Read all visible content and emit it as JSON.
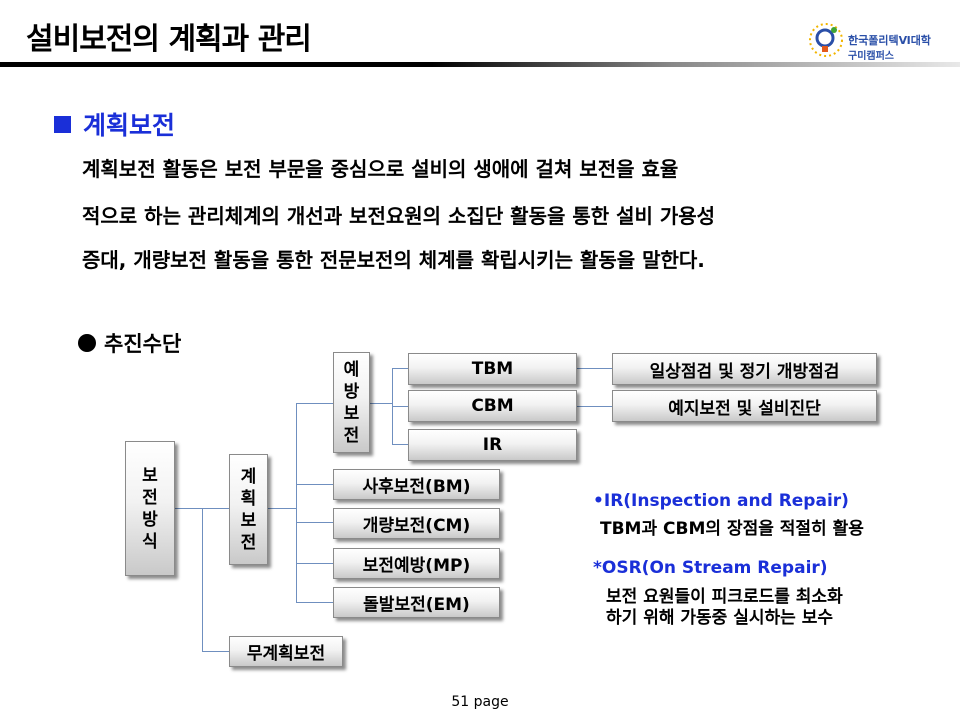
{
  "header": {
    "title": "설비보전의 계획과 관리",
    "logo_line1": "한국폴리텍Ⅵ대학",
    "logo_line2": "구미캠퍼스"
  },
  "section": {
    "heading": "계획보전",
    "paragraph_lines": [
      "계획보전 활동은 보전 부문을 중심으로 설비의 생애에 걸쳐 보전을 효율",
      "적으로 하는 관리체계의 개선과 보전요원의 소집단 활동을 통한 설비 가용성",
      "증대, 개량보전 활동을 통한 전문보전의 체계를 확립시키는 활동을 말한다."
    ]
  },
  "means": {
    "heading": "추진수단"
  },
  "diagram": {
    "root": [
      "보",
      "전",
      "방",
      "식"
    ],
    "planned": [
      "계",
      "획",
      "보",
      "전"
    ],
    "preventive": [
      "예",
      "방",
      "보",
      "전"
    ],
    "tbm": "TBM",
    "cbm": "CBM",
    "ir": "IR",
    "tbm_detail": "일상점검 및 정기 개방점검",
    "cbm_detail": "예지보전 및 설비진단",
    "bm": "사후보전(BM)",
    "cm": "개량보전(CM)",
    "mp": "보전예방(MP)",
    "em": "돌발보전(EM)",
    "unplanned": "무계획보전"
  },
  "notes": {
    "ir_title": "•IR(Inspection and Repair)",
    "ir_desc": "TBM과 CBM의 장점을 적절히 활용",
    "osr_title": "*OSR(On Stream Repair)",
    "osr_desc1": "보전 요원들이 피크로드를 최소화",
    "osr_desc2": "하기 위해 가동중 실시하는 보수"
  },
  "footer": {
    "page": "51 page"
  },
  "colors": {
    "heading_blue": "#1a2fd8",
    "connector": "#6f8fbf",
    "logo_blue": "#2a4fa8"
  }
}
